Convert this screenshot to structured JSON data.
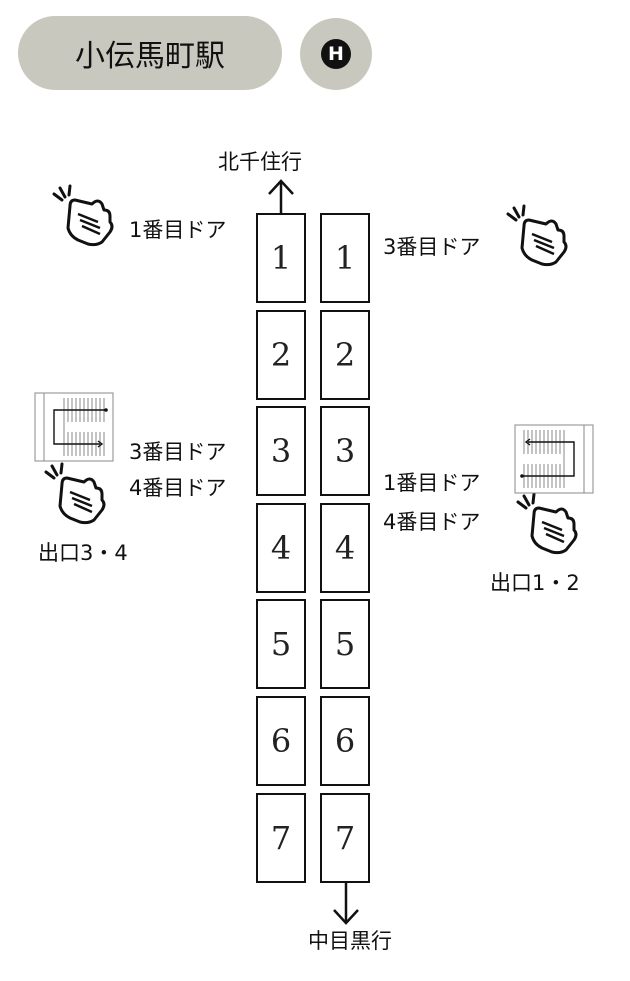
{
  "header": {
    "station_name": "小伝馬町駅",
    "line_badge": "H"
  },
  "directions": {
    "north": "北千住行",
    "south": "中目黒行"
  },
  "train": {
    "left_cars": [
      "1",
      "2",
      "3",
      "4",
      "5",
      "6",
      "7"
    ],
    "right_cars": [
      "1",
      "2",
      "3",
      "4",
      "5",
      "6",
      "7"
    ]
  },
  "annotations": {
    "left_top_door": "1番目ドア",
    "right_top_door": "3番目ドア",
    "left_mid_door_a": "3番目ドア",
    "left_mid_door_b": "4番目ドア",
    "right_mid_door_a": "1番目ドア",
    "right_mid_door_b": "4番目ドア",
    "exit_left": "出口3・4",
    "exit_right": "出口1・2"
  },
  "icons": {
    "hand": "tap-hand-icon",
    "stairs": "stairs-icon",
    "arrow_up": "arrow-up-icon",
    "arrow_down": "arrow-down-icon"
  }
}
